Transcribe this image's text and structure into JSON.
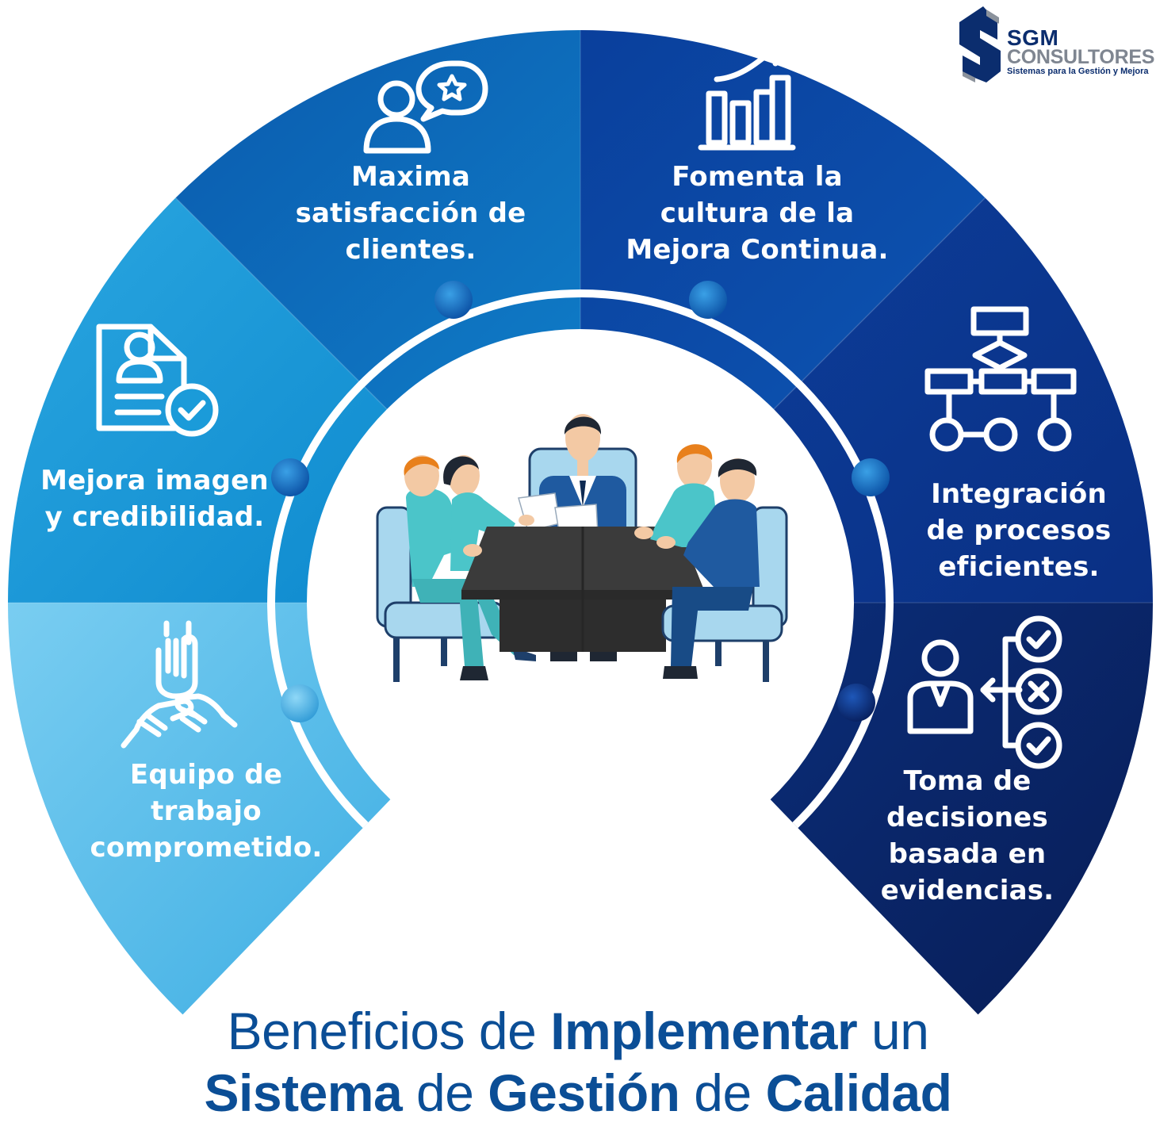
{
  "logo": {
    "brand": "SGM",
    "name": "CONSULTORES",
    "tagline": "Sistemas para la Gestión y Mejora"
  },
  "segments": [
    {
      "id": "equipo",
      "icon": "teamwork-hands-icon",
      "color": "#55b9e8",
      "lines": [
        "Equipo de",
        "trabajo",
        "comprometido."
      ]
    },
    {
      "id": "imagen",
      "icon": "profile-document-check-icon",
      "color": "#1b9bd9",
      "lines": [
        "Mejora imagen",
        "y credibilidad."
      ]
    },
    {
      "id": "satisfaccion",
      "icon": "customer-star-feedback-icon",
      "color": "#0d6bbb",
      "lines": [
        "Maxima",
        "satisfacción de",
        "clientes."
      ]
    },
    {
      "id": "mejora",
      "icon": "bar-chart-growth-icon",
      "color": "#0d47a7",
      "lines": [
        "Fomenta la",
        "cultura de la",
        "Mejora Continua."
      ]
    },
    {
      "id": "procesos",
      "icon": "process-flowchart-icon",
      "color": "#0c3c98",
      "lines": [
        "Integración",
        "de procesos",
        "eficientes."
      ]
    },
    {
      "id": "decisiones",
      "icon": "decision-checklist-icon",
      "color": "#0a2a73",
      "lines": [
        "Toma de",
        "decisiones",
        "basada en",
        "evidencias."
      ]
    }
  ],
  "center_illustration": "business-meeting-icon",
  "title": {
    "line1": [
      {
        "text": "Beneficios de ",
        "bold": false
      },
      {
        "text": "Implementar",
        "bold": true
      },
      {
        "text": " un",
        "bold": false
      }
    ],
    "line2": [
      {
        "text": "Sistema",
        "bold": true
      },
      {
        "text": " de ",
        "bold": false
      },
      {
        "text": "Gestión",
        "bold": true
      },
      {
        "text": " de ",
        "bold": false
      },
      {
        "text": "Calidad",
        "bold": true
      }
    ]
  },
  "colors": {
    "title": "#0b4e96",
    "logo_dark": "#0b2d6e",
    "logo_grey": "#7f8691"
  }
}
